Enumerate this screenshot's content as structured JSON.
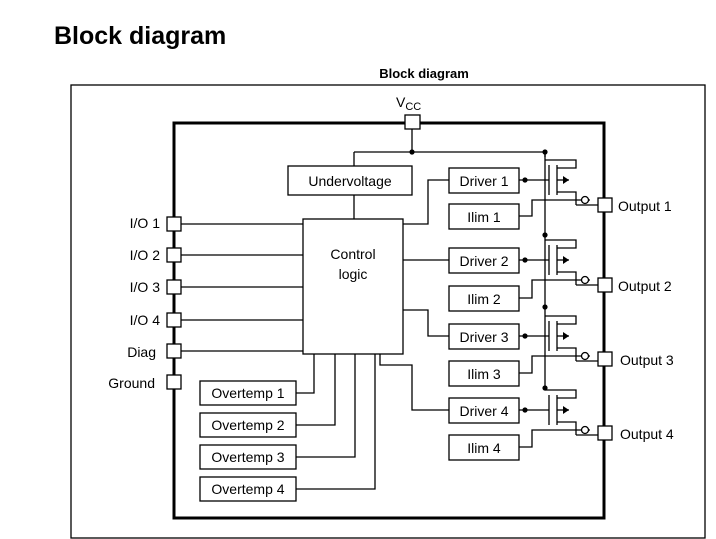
{
  "page_title": "Block diagram",
  "diagram": {
    "caption": "Block diagram",
    "vcc": {
      "base": "V",
      "sub": "CC"
    },
    "blocks": {
      "undervoltage": "Undervoltage",
      "control_logic": [
        "Control",
        "logic"
      ],
      "drivers": [
        "Driver 1",
        "Driver 2",
        "Driver 3",
        "Driver 4"
      ],
      "ilims": [
        "Ilim 1",
        "Ilim 2",
        "Ilim 3",
        "Ilim 4"
      ],
      "overtemps": [
        "Overtemp 1",
        "Overtemp 2",
        "Overtemp 3",
        "Overtemp 4"
      ]
    },
    "pins_left": [
      "I/O 1",
      "I/O 2",
      "I/O 3",
      "I/O 4",
      "Diag",
      "Ground"
    ],
    "outputs": [
      "Output 1",
      "Output 2",
      "Output 3",
      "Output 4"
    ]
  }
}
